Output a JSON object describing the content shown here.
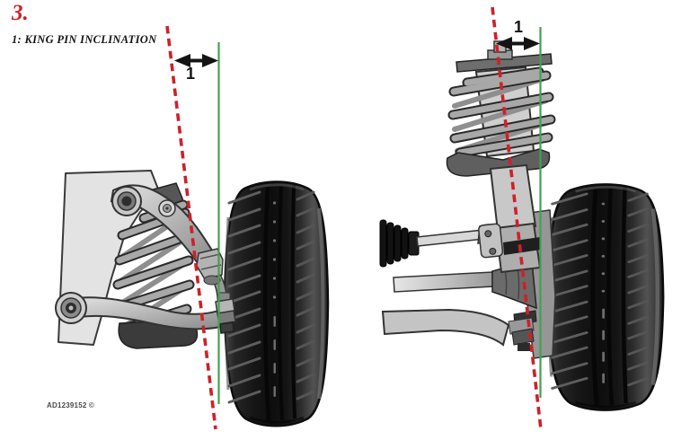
{
  "figure": {
    "number": "3.",
    "caption": "1: KING PIN INCLINATION",
    "reference_code": "AD1239152 ©"
  },
  "diagrams": [
    {
      "subject": "double-wishbone-front-suspension",
      "dimension_label": "1"
    },
    {
      "subject": "macpherson-strut-front-suspension",
      "dimension_label": "1"
    }
  ],
  "colors": {
    "background": "#ffffff",
    "king_pin_axis_red": "#cd2129",
    "vertical_reference_green": "#43a14f",
    "annotation_black": "#141414",
    "reference_code_gray": "#4a4a4a"
  }
}
